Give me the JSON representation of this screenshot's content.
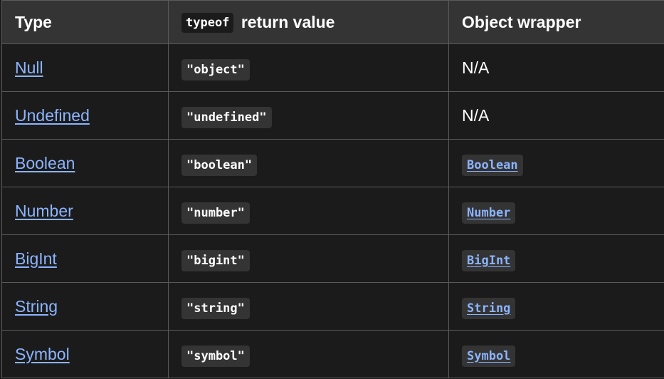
{
  "header": {
    "col1": "Type",
    "col2_code": "typeof",
    "col2_text": "return value",
    "col3": "Object wrapper"
  },
  "rows": [
    {
      "type": "Null",
      "typeof": "\"object\"",
      "wrapper": "N/A",
      "wrapper_is_link": false
    },
    {
      "type": "Undefined",
      "typeof": "\"undefined\"",
      "wrapper": "N/A",
      "wrapper_is_link": false
    },
    {
      "type": "Boolean",
      "typeof": "\"boolean\"",
      "wrapper": "Boolean",
      "wrapper_is_link": true
    },
    {
      "type": "Number",
      "typeof": "\"number\"",
      "wrapper": "Number",
      "wrapper_is_link": true
    },
    {
      "type": "BigInt",
      "typeof": "\"bigint\"",
      "wrapper": "BigInt",
      "wrapper_is_link": true
    },
    {
      "type": "String",
      "typeof": "\"string\"",
      "wrapper": "String",
      "wrapper_is_link": true
    },
    {
      "type": "Symbol",
      "typeof": "\"symbol\"",
      "wrapper": "Symbol",
      "wrapper_is_link": true
    }
  ],
  "colors": {
    "background": "#1b1b1b",
    "header_background": "#343434",
    "link": "#8cb4ff",
    "border": "#5a5a5a",
    "code_background": "#343434"
  }
}
